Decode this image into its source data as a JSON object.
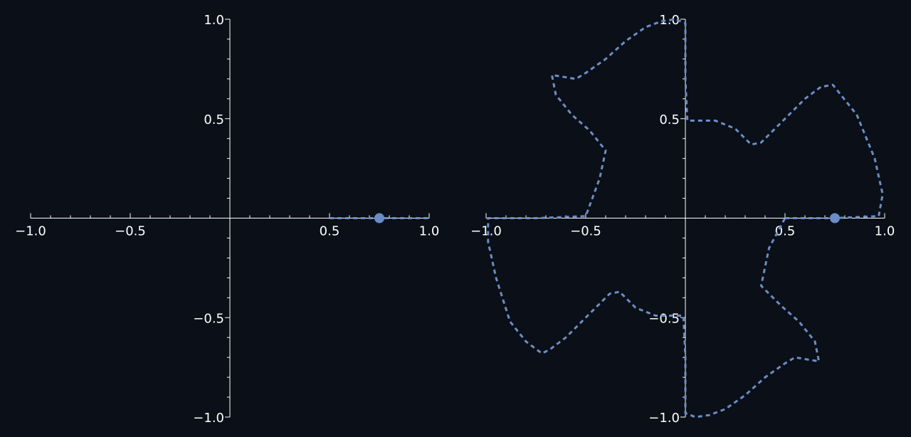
{
  "colors": {
    "background": "#0b0f17",
    "axis": "#ffffff",
    "curve": "#6a8dc6"
  },
  "chart_data": [
    {
      "type": "line",
      "title": "",
      "xlabel": "",
      "ylabel": "",
      "xlim": [
        -1.0,
        1.0
      ],
      "ylim": [
        -1.0,
        1.0
      ],
      "grid": false,
      "xticks": [
        "−1.0",
        "−0.5",
        "0.5",
        "1.0"
      ],
      "yticks": [
        "−1.0",
        "−0.5",
        "0.5",
        "1.0"
      ],
      "series": [
        {
          "style": "dashed",
          "x": [
            0.5,
            0.75,
            1.0
          ],
          "y": [
            0.0,
            0.0,
            0.0
          ]
        }
      ],
      "marker": {
        "x": 0.75,
        "y": 0.0
      }
    },
    {
      "type": "line",
      "title": "",
      "xlabel": "",
      "ylabel": "",
      "xlim": [
        -1.0,
        1.0
      ],
      "ylim": [
        -1.0,
        1.0
      ],
      "grid": false,
      "xticks": [
        "−1.0",
        "−0.5",
        "0.5",
        "1.0"
      ],
      "yticks": [
        "−1.0",
        "−0.5",
        "0.5",
        "1.0"
      ],
      "series": [
        {
          "style": "dashed",
          "x": [
            0.5,
            0.75,
            0.97,
            0.99,
            0.95,
            0.86,
            0.74,
            0.68,
            0.6,
            0.52,
            0.44,
            0.38,
            0.33,
            0.25,
            0.15,
            0.01,
            0.0,
            0.0,
            -0.05,
            -0.12,
            -0.2,
            -0.3,
            -0.4,
            -0.5,
            -0.55,
            -0.67,
            -0.65,
            -0.57,
            -0.48,
            -0.4,
            -0.43,
            -0.5,
            -0.75,
            -0.99,
            -0.99,
            -0.95,
            -0.88,
            -0.8,
            -0.72,
            -0.68,
            -0.6,
            -0.52,
            -0.44,
            -0.38,
            -0.33,
            -0.25,
            -0.15,
            -0.01,
            0.0,
            0.0,
            0.05,
            0.12,
            0.2,
            0.3,
            0.4,
            0.5,
            0.55,
            0.67,
            0.65,
            0.57,
            0.48,
            0.38,
            0.42,
            0.5
          ],
          "y": [
            0.0,
            0.0,
            0.01,
            0.12,
            0.3,
            0.52,
            0.67,
            0.66,
            0.6,
            0.52,
            0.44,
            0.38,
            0.37,
            0.45,
            0.49,
            0.49,
            0.7,
            0.98,
            1.0,
            0.99,
            0.96,
            0.89,
            0.8,
            0.73,
            0.7,
            0.72,
            0.62,
            0.52,
            0.44,
            0.34,
            0.2,
            0.01,
            0.0,
            0.0,
            -0.12,
            -0.3,
            -0.52,
            -0.62,
            -0.68,
            -0.66,
            -0.6,
            -0.52,
            -0.44,
            -0.38,
            -0.37,
            -0.45,
            -0.49,
            -0.49,
            -0.7,
            -0.98,
            -1.0,
            -0.99,
            -0.96,
            -0.89,
            -0.8,
            -0.73,
            -0.7,
            -0.72,
            -0.62,
            -0.52,
            -0.44,
            -0.34,
            -0.15,
            0.0
          ]
        }
      ],
      "marker": {
        "x": 0.75,
        "y": 0.0
      }
    }
  ]
}
